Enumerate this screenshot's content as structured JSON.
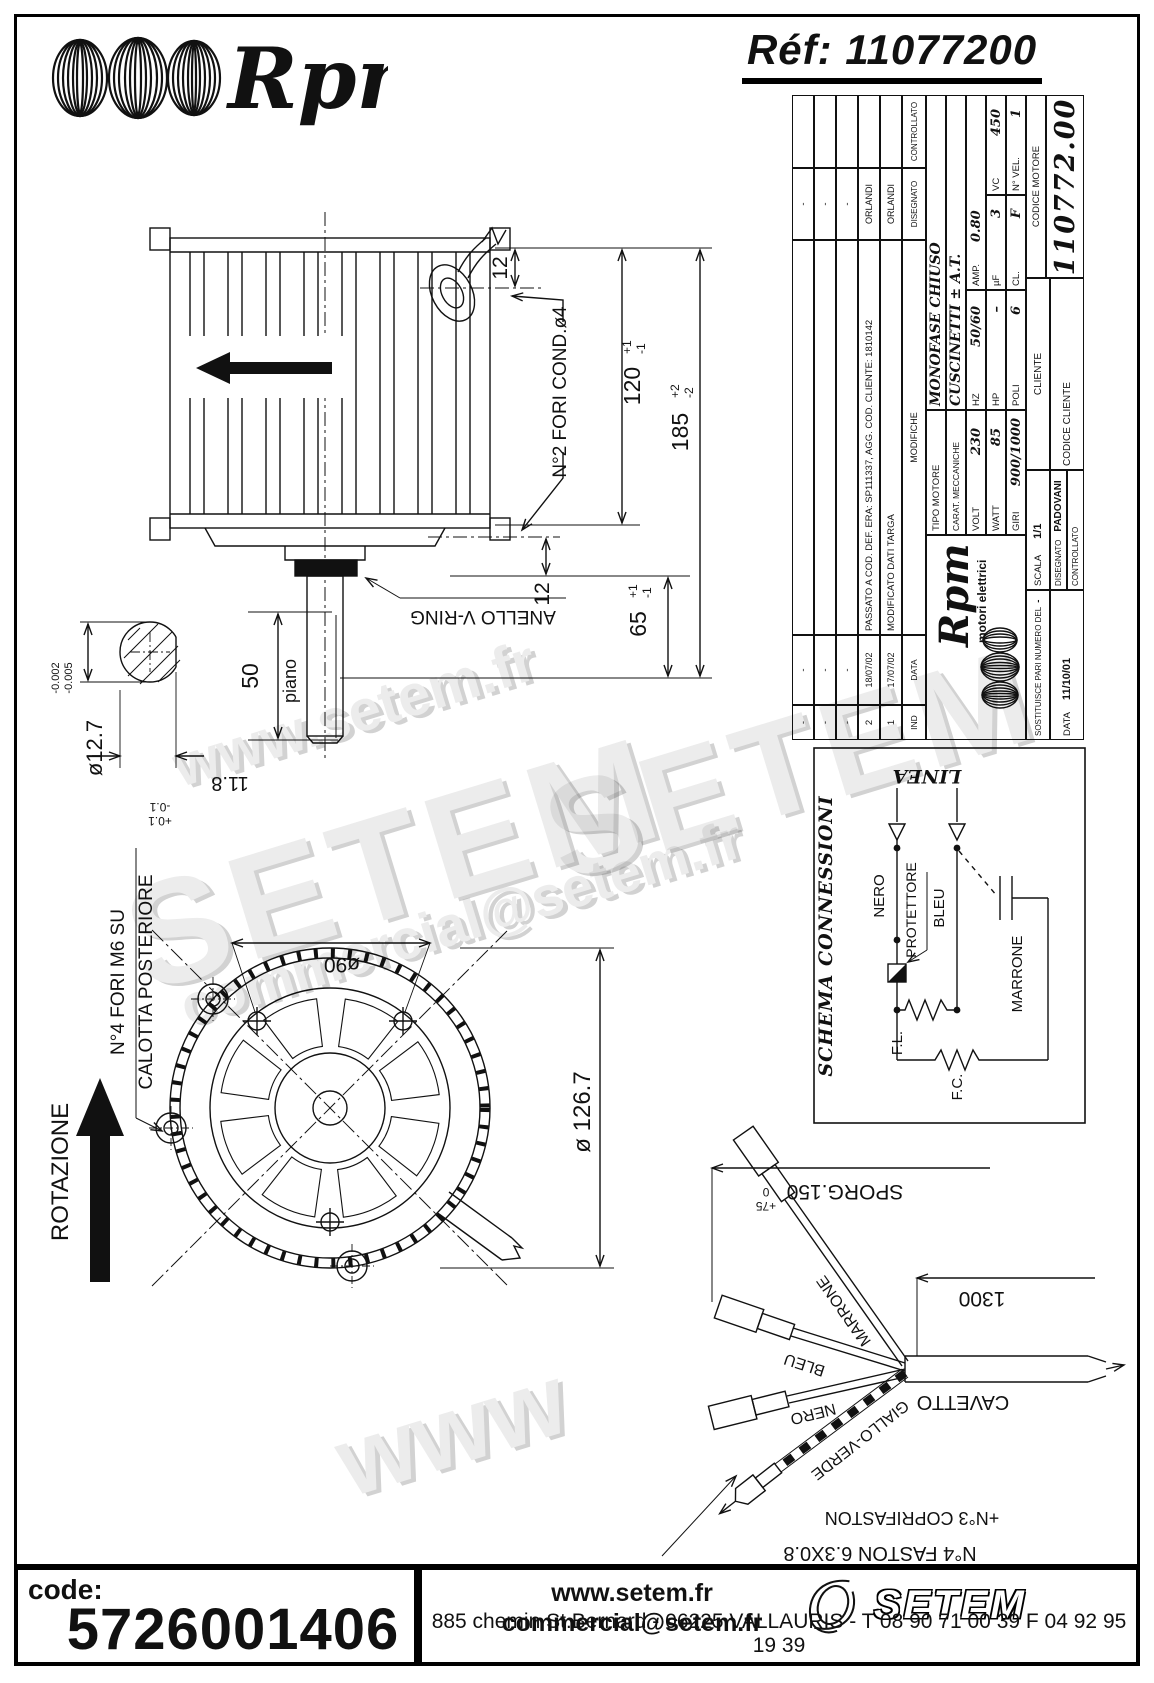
{
  "header": {
    "brand": "Rpm",
    "ref_label": "Réf:",
    "ref_value": "11077200"
  },
  "title_block": {
    "revisions": {
      "headers": [
        "IND",
        "DATA",
        "MODIFICHE",
        "DISEGNATO",
        "CONTROLLATO"
      ],
      "rows": [
        [
          "-",
          "-",
          "",
          "-",
          ""
        ],
        [
          "-",
          "-",
          "",
          "-",
          ""
        ],
        [
          "-",
          "-",
          "",
          "-",
          ""
        ],
        [
          "2",
          "18/07/02",
          "PASSATO A COD. DEF. ERA: SP111337, AGG. COD. CLIENTE: 1810142",
          "ORLANDI",
          ""
        ],
        [
          "1",
          "17/07/02",
          "MODIFICATO DATI TARGA",
          "ORLANDI",
          ""
        ]
      ]
    },
    "logo": {
      "brand": "Rpm",
      "sub": "motori elettrici"
    },
    "tipo": {
      "label": "TIPO MOTORE",
      "value": "MONOFASE CHIUSO"
    },
    "carat": {
      "label": "CARAT. MECCANICHE",
      "value": "CUSCINETTI ± A.T."
    },
    "spec_rows": [
      [
        {
          "l": "VOLT",
          "v": "230"
        },
        {
          "l": "HZ",
          "v": "50/60"
        },
        {
          "l": "AMP.",
          "v": "0.80"
        }
      ],
      [
        {
          "l": "WATT",
          "v": "85"
        },
        {
          "l": "HP",
          "v": "–"
        },
        {
          "l": "µF",
          "v": "3"
        },
        {
          "l": "VC",
          "v": "450"
        }
      ],
      [
        {
          "l": "GIRI",
          "v": "900/1000"
        },
        {
          "l": "POLI",
          "v": "6"
        },
        {
          "l": "CL.",
          "v": "F"
        },
        {
          "l": "N° VEL.",
          "v": "1"
        }
      ]
    ],
    "sostituisce": {
      "label": "SOSTITUISCE PARI NUMERO DEL",
      "value": "-"
    },
    "scala": {
      "label": "SCALA",
      "value": "1/1"
    },
    "data": {
      "label": "DATA",
      "value": "11/10/01"
    },
    "disegnato": {
      "label": "DISEGNATO",
      "value": "PADOVANI"
    },
    "controllato": {
      "label": "CONTROLLATO",
      "value": ""
    },
    "cliente_label": "CLIENTE",
    "codice_cliente_label": "CODICE CLIENTE",
    "codice_motore": {
      "label": "CODICE MOTORE",
      "value": "110772.00"
    }
  },
  "side_view": {
    "dim_top": "12",
    "dim_len": "120",
    "tol_len_p": "+1",
    "tol_len_m": "-1",
    "dim_total": "185",
    "tol_total_p": "+2",
    "tol_total_m": "-2",
    "dim_shaft": "65",
    "tol_shaft_p": "+1",
    "tol_shaft_m": "-1",
    "dim_bot": "12",
    "label_holes": "N°2 FORI COND.ø4",
    "label_vring": "ANELLO V-RING",
    "dim_flat": "50",
    "flat_word": "piano",
    "dim_shaft_dia": "ø12.7",
    "tol_dia_a": "-0.002",
    "tol_dia_b": "-0.005",
    "dim_flat_width": "11.8",
    "tol_fw_p": "+0.1",
    "tol_fw_m": "-0.1"
  },
  "front_view": {
    "rotation": "ROTAZIONE",
    "holes_line1": "N°4 FORI M6 SU",
    "holes_line2": "CALOTTA POSTERIORE",
    "bolt_circle": "ø90",
    "outer_dia": "ø 126.7"
  },
  "schema": {
    "title": "SCHEMA CONNESSIONI",
    "linea": "LINEA",
    "nero": "NERO",
    "protettore": "PROTETTORE",
    "bleu": "BLEU",
    "marrone": "MARRONE",
    "fl": "F.L.",
    "fc": "F.C."
  },
  "cable": {
    "sporg": "SPORG.150",
    "sporg_tol_p": "+75",
    "sporg_tol_m": "0",
    "length": "1300",
    "cavetto": "CAVETTO",
    "wire_marrone": "MARRONE",
    "wire_bleu": "BLEU",
    "wire_nero": "NERO",
    "wire_gv": "GIALLO-VERDE",
    "faston": "N°4 FASTON 6.3X0.8",
    "coprifaston": "+N°3 COPRIFASTON"
  },
  "watermarks": [
    "www.setem.fr",
    "SETEM",
    "commercial@setem.fr",
    "SETEM",
    "www"
  ],
  "footer": {
    "code_label": "code:",
    "code_value": "5726001406",
    "website": "www.setem.fr",
    "email": "commercial@setem.fr",
    "brand": "SETEM",
    "address": "885 chemin St.Bernard  -  06225 VALLAURIS  -  T 08 90 71 00 39   F 04 92 95 19 39"
  }
}
